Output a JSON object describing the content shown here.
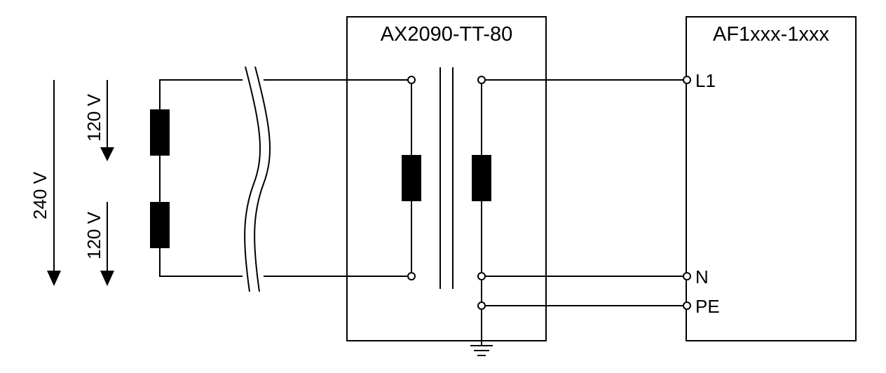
{
  "transformer": {
    "title": "AX2090-TT-80"
  },
  "device": {
    "title": "AF1xxx-1xxx",
    "terminals": [
      "L1",
      "N",
      "PE"
    ]
  },
  "supply": {
    "total_voltage": "240 V",
    "upper_voltage": "120 V",
    "lower_voltage": "120 V"
  },
  "colors": {
    "line": "#000000",
    "background": "#ffffff"
  }
}
